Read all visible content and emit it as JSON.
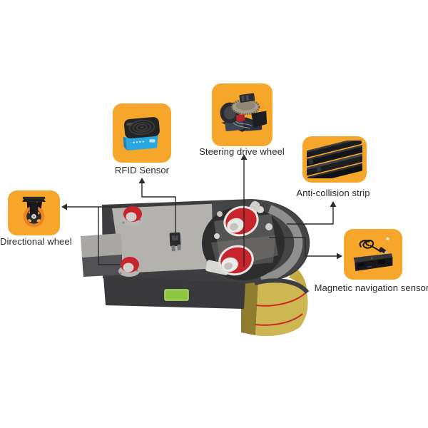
{
  "diagram": {
    "subject": "AGV robot chassis cutaway with component callouts",
    "callouts": {
      "rfid": {
        "label": "RFID Sensor",
        "image": "rfid-sensor-photo"
      },
      "steering": {
        "label": "Steering drive wheel",
        "image": "steering-drive-wheel-photo"
      },
      "anticollision": {
        "label": "Anti-collision strip",
        "image": "anti-collision-strip-photo"
      },
      "magnetic": {
        "label": "Magnetic navigation sensor",
        "image": "magnetic-navigation-sensor-photo"
      },
      "directional": {
        "label": "Directional wheel",
        "image": "directional-wheel-photo"
      }
    },
    "colors": {
      "card_background": "#F5A62B",
      "callout_line": "#2b2b2b",
      "label_text": "#2a2a2a",
      "chassis_dark": "#3e3e40",
      "deck_gray": "#b4b2af",
      "wheel_red": "#c8242b",
      "indicator_green": "#8cc63f",
      "cylinder_gold": "#ccb753",
      "rfid_blue": "#2aa7e0",
      "caster_orange": "#ee8127"
    }
  }
}
